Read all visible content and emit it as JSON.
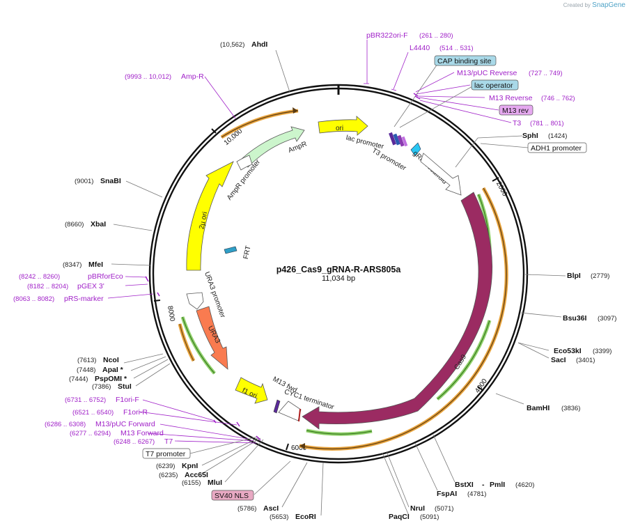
{
  "plasmid": {
    "name": "p426_Cas9_gRNA-R-ARS805a",
    "length": "11,034 bp"
  },
  "credit": {
    "prefix": "Created by",
    "brand": "SnapGene"
  },
  "ticks": [
    "2000",
    "4000",
    "6000",
    "8000",
    "10,000"
  ],
  "enzymes": [
    {
      "name": "AhdI",
      "pos": "(10,562)"
    },
    {
      "name": "SphI",
      "pos": "(1424)"
    },
    {
      "name": "SnaBI",
      "pos": "(9001)"
    },
    {
      "name": "XbaI",
      "pos": "(8660)"
    },
    {
      "name": "MfeI",
      "pos": "(8347)"
    },
    {
      "name": "BlpI",
      "pos": "(2779)"
    },
    {
      "name": "Bsu36I",
      "pos": "(3097)"
    },
    {
      "name": "Eco53kI",
      "pos": "(3399)"
    },
    {
      "name": "SacI",
      "pos": "(3401)"
    },
    {
      "name": "BamHI",
      "pos": "(3836)"
    },
    {
      "name": "NcoI",
      "pos": "(7613)"
    },
    {
      "name": "ApaI *",
      "pos": "(7448)"
    },
    {
      "name": "PspOMI *",
      "pos": "(7444)"
    },
    {
      "name": "StuI",
      "pos": "(7386)"
    },
    {
      "name": "BstXI",
      "pos": "(4620)"
    },
    {
      "name": "PmlI",
      "pos": ""
    },
    {
      "name": "FspAI",
      "pos": "(4781)"
    },
    {
      "name": "NruI",
      "pos": "(5071)"
    },
    {
      "name": "PaqCI",
      "pos": "(5091)"
    },
    {
      "name": "KpnI",
      "pos": "(6239)"
    },
    {
      "name": "Acc65I",
      "pos": "(6235)"
    },
    {
      "name": "MluI",
      "pos": "(6155)"
    },
    {
      "name": "AscI",
      "pos": "(5786)"
    },
    {
      "name": "EcoRI",
      "pos": "(5653)"
    }
  ],
  "primers": [
    {
      "name": "pBR322ori-F",
      "range": "(261 .. 280)"
    },
    {
      "name": "L4440",
      "range": "(514 .. 531)"
    },
    {
      "name": "M13/pUC Reverse",
      "range": "(727 .. 749)"
    },
    {
      "name": "M13 Reverse",
      "range": "(746 .. 762)"
    },
    {
      "name": "T3",
      "range": "(781 .. 801)"
    },
    {
      "name": "Amp-R",
      "range": "(9993 .. 10,012)"
    },
    {
      "name": "pBRforEco",
      "range": "(8242 .. 8260)"
    },
    {
      "name": "pGEX 3'",
      "range": "(8182 .. 8204)"
    },
    {
      "name": "pRS-marker",
      "range": "(8063 .. 8082)"
    },
    {
      "name": "F1ori-F",
      "range": "(6731 .. 6752)"
    },
    {
      "name": "F1ori-R",
      "range": "(6521 .. 6540)"
    },
    {
      "name": "M13/pUC Forward",
      "range": "(6286 .. 6308)"
    },
    {
      "name": "M13 Forward",
      "range": "(6277 .. 6294)"
    },
    {
      "name": "T7",
      "range": "(6248 .. 6267)"
    }
  ],
  "boxes": [
    {
      "name": "CAP binding site",
      "color": "#a9d9e8"
    },
    {
      "name": "lac operator",
      "color": "#a9d9e8"
    },
    {
      "name": "M13 rev",
      "color": "#e6a9f0"
    },
    {
      "name": "ADH1 promoter",
      "color": "#ffffff"
    },
    {
      "name": "T7 promoter",
      "color": "#ffffff"
    },
    {
      "name": "SV40 NLS",
      "color": "#e8a9c3"
    }
  ],
  "features": {
    "ori": "ori",
    "ampr": "AmpR",
    "ampr_promoter": "AmpR promoter",
    "two_mu": "2µ ori",
    "frt": "FRT",
    "ura3_promoter": "URA3 promoter",
    "ura3": "URA3",
    "f1_ori": "f1 ori",
    "m13_fwd": "M13 fwd",
    "cyc1": "CYC1 terminator",
    "cas9": "Cas9",
    "lac_promoter": "lac promoter",
    "t3_promoter": "T3 promoter",
    "grna": "gRNA scaffold"
  },
  "colors": {
    "ori": "#ffff00",
    "ampr": "#ccf5cc",
    "two_mu": "#ffff00",
    "ura3": "#f97b50",
    "cas9": "#9b2b62",
    "grna": "#29c6f2",
    "primer": "#a020c8",
    "orf_outline": "#e8a33c",
    "orf_arrow": "#3a9b1f"
  }
}
